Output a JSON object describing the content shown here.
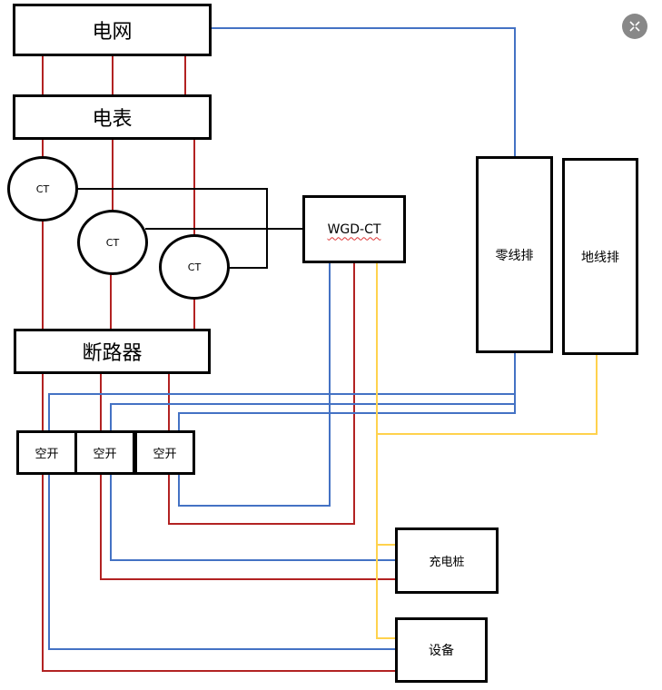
{
  "nodes": {
    "grid": "电网",
    "meter": "电表",
    "ct1": "CT",
    "ct2": "CT",
    "ct3": "CT",
    "wgd": "WGD-CT",
    "neutral_bar": "零线排",
    "ground_bar": "地线排",
    "breaker": "断路器",
    "switch1": "空开",
    "switch2": "空开",
    "switch3": "空开",
    "charger": "充电桩",
    "device": "设备"
  },
  "icons": {
    "close": "close-icon"
  },
  "colors": {
    "phase": "#b22222",
    "neutral": "#4472c4",
    "ground": "#ffd24d",
    "signal": "#000000"
  }
}
